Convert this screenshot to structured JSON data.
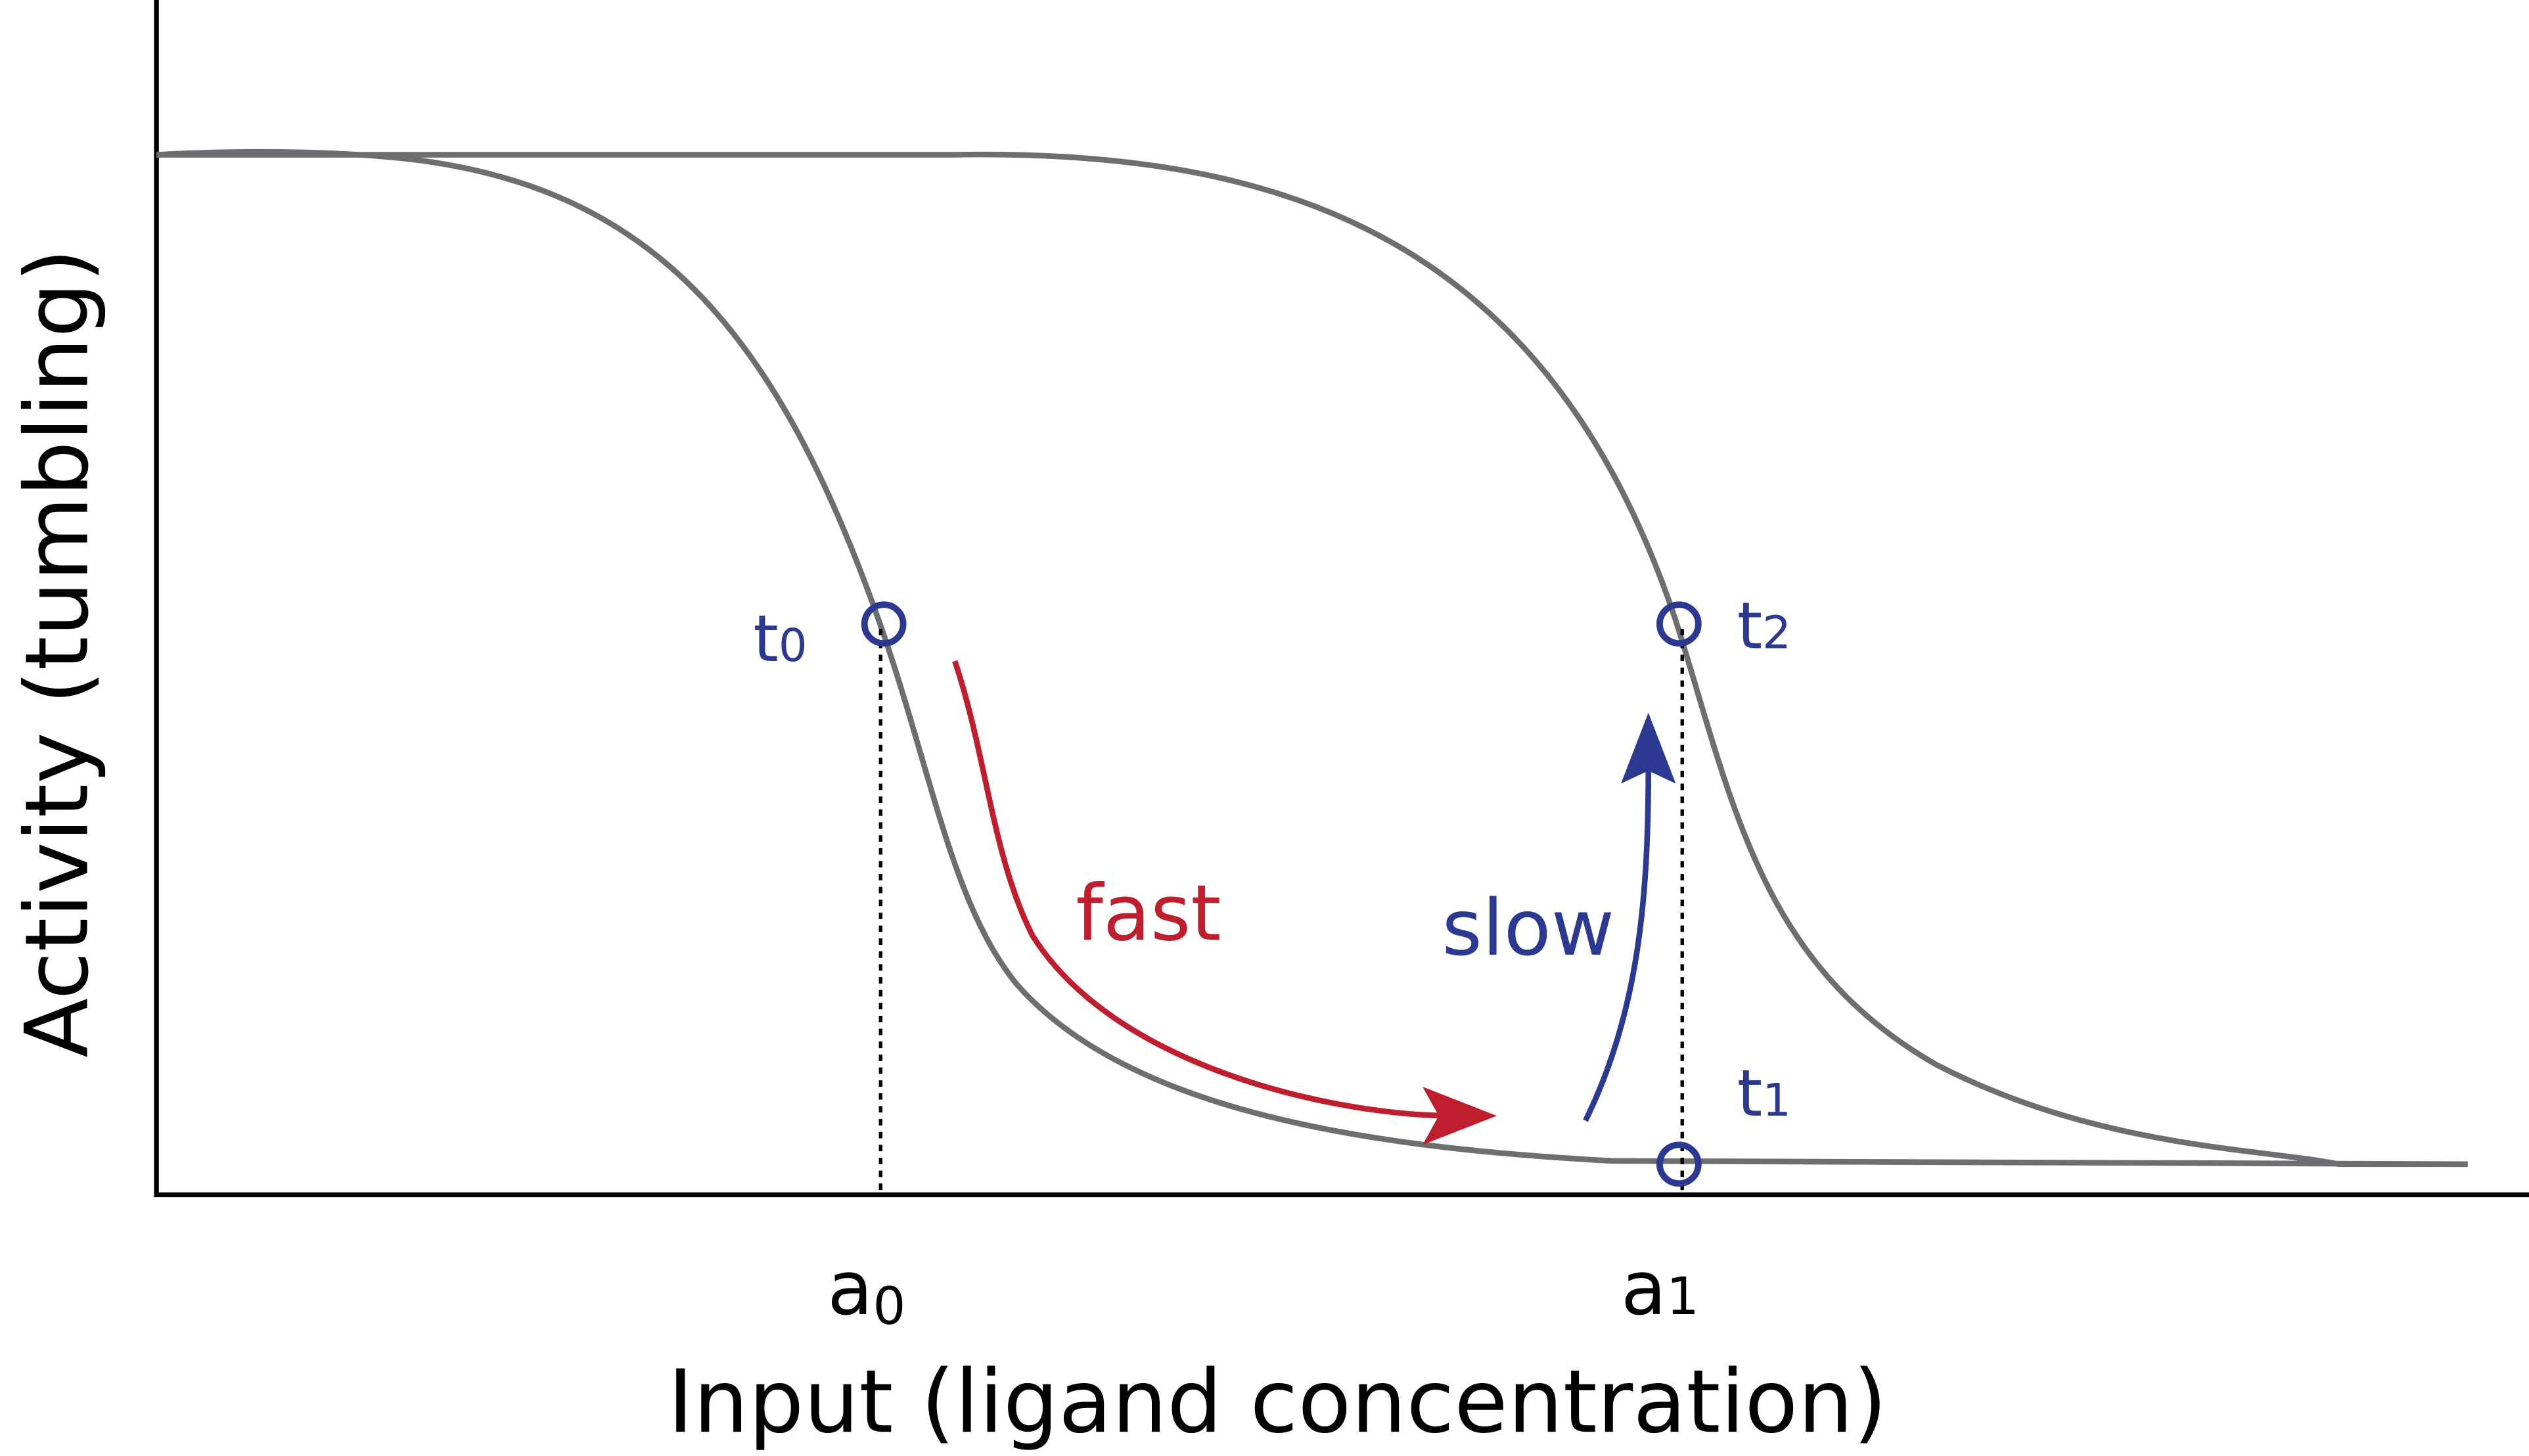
{
  "axes": {
    "x_label": "Input (ligand concentration)",
    "y_label": "Activity (tumbling)"
  },
  "ticks": [
    {
      "base": "a",
      "sub": "0"
    },
    {
      "base": "a",
      "sub": "1"
    }
  ],
  "points": [
    {
      "base": "t",
      "sub": "0"
    },
    {
      "base": "t",
      "sub": "1"
    },
    {
      "base": "t",
      "sub": "2"
    }
  ],
  "arrows": {
    "fast": "fast",
    "slow": "slow"
  },
  "colors": {
    "curve": "#6d6e71",
    "fast": "#be1e2d",
    "slow": "#2b3990"
  }
}
